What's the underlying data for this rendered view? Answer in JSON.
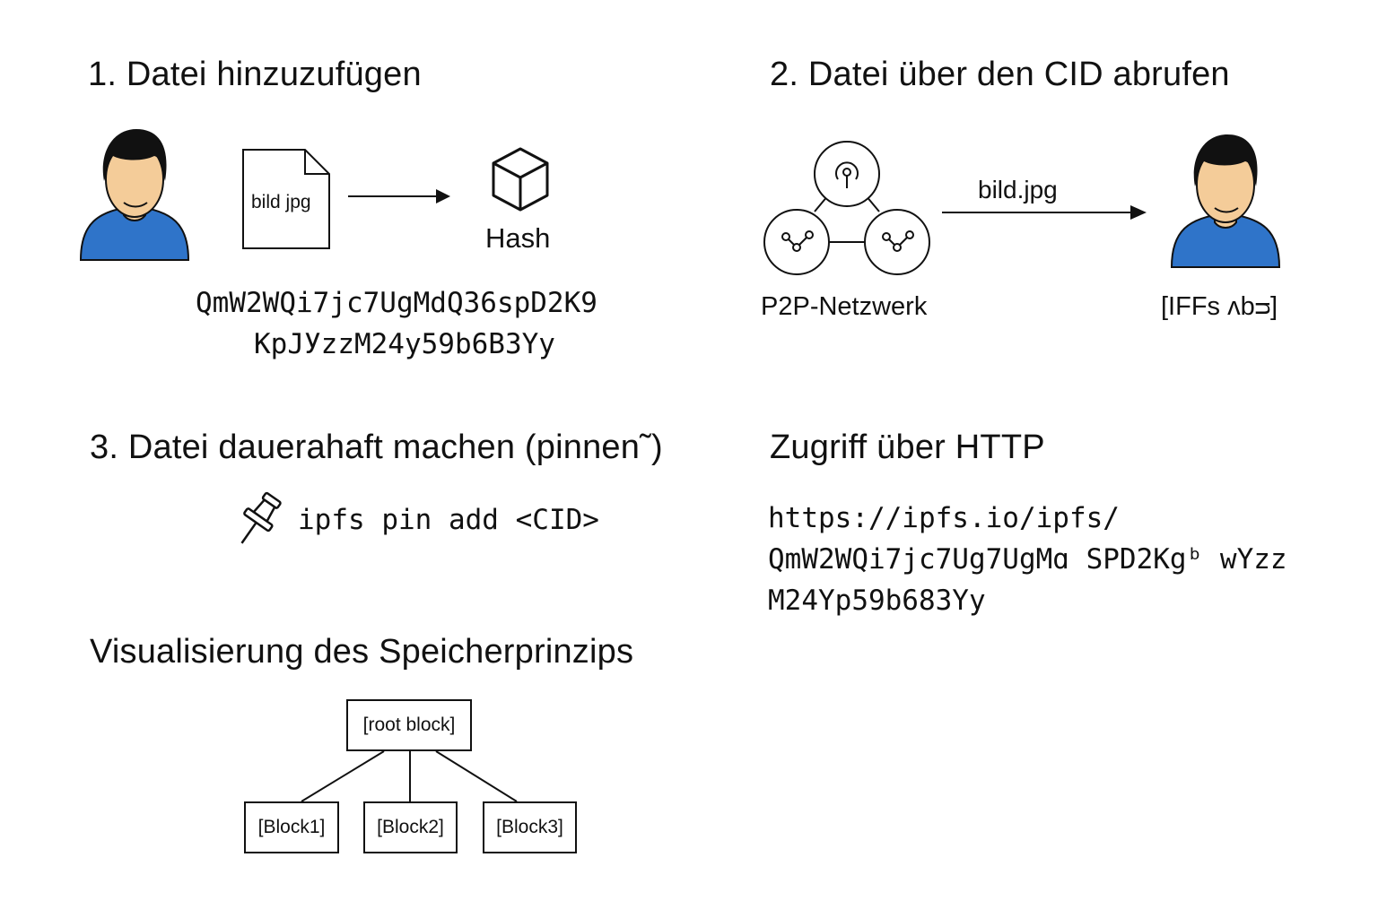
{
  "step1": {
    "title": "1. Datei hinzuzufügen",
    "file_label": "bild jpg",
    "hash_label": "Hash",
    "cid_line1": "QmW2WQi7jc7UgMdQ36spD2K9",
    "cid_line2": "KpJУzzM24y59b6B3Yy"
  },
  "step2": {
    "title": "2. Datei über den CID abrufen",
    "network_label": "P2P-Netzwerk",
    "arrow_label": "bild.jpg",
    "user_label": "[IFFs ʌbᴝ]"
  },
  "step3": {
    "title": "3. Datei dauerahaft machen (pinnen˜)",
    "command": "ipfs pin add <CID>"
  },
  "http": {
    "title": "Zugriff über HTTP",
    "url_line1": "https://ipfs.io/ipfs/",
    "url_line2": "QmW2WQi7jc7Ug7UgMɑ SPD2Kgᵇ wYzz",
    "url_line3": "M24Yp59b683Yy"
  },
  "tree": {
    "title": "Visualisierung des Speicherprinzips",
    "root": "[root block]",
    "blocks": [
      "[Block1]",
      "[Block2]",
      "[Block3]"
    ]
  },
  "colors": {
    "shirt": "#2f74c9",
    "skin": "#f4cc99",
    "hair": "#111111",
    "stroke": "#111111"
  },
  "icons": [
    "user-icon",
    "file-icon",
    "cube-icon",
    "arrow-icon",
    "network-node-icon",
    "pushpin-icon"
  ]
}
